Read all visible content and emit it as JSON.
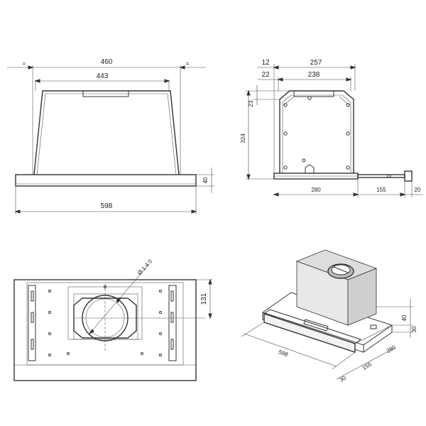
{
  "front_view": {
    "dim_width_top": "460",
    "dim_width_inner": "443",
    "dim_width_total": "598",
    "dim_height_panel": "40",
    "equal_mark_left": "=",
    "equal_mark_right": "="
  },
  "side_view": {
    "dim_offset_1": "12",
    "dim_depth_1": "257",
    "dim_offset_2": "22",
    "dim_depth_2": "238",
    "dim_small_height": "23",
    "dim_height": "324",
    "dim_depth_base": "280",
    "dim_extension": "155",
    "dim_handle": "20"
  },
  "bottom_view": {
    "dim_duct_offset": "131",
    "dim_duct_diameter": "Ø 1 4 0"
  },
  "iso_view": {
    "dim_width": "598",
    "dim_height_total": "30",
    "dim_height_panel": "40",
    "dim_depth": "280",
    "dim_extension": "155",
    "dim_handle": "30"
  }
}
